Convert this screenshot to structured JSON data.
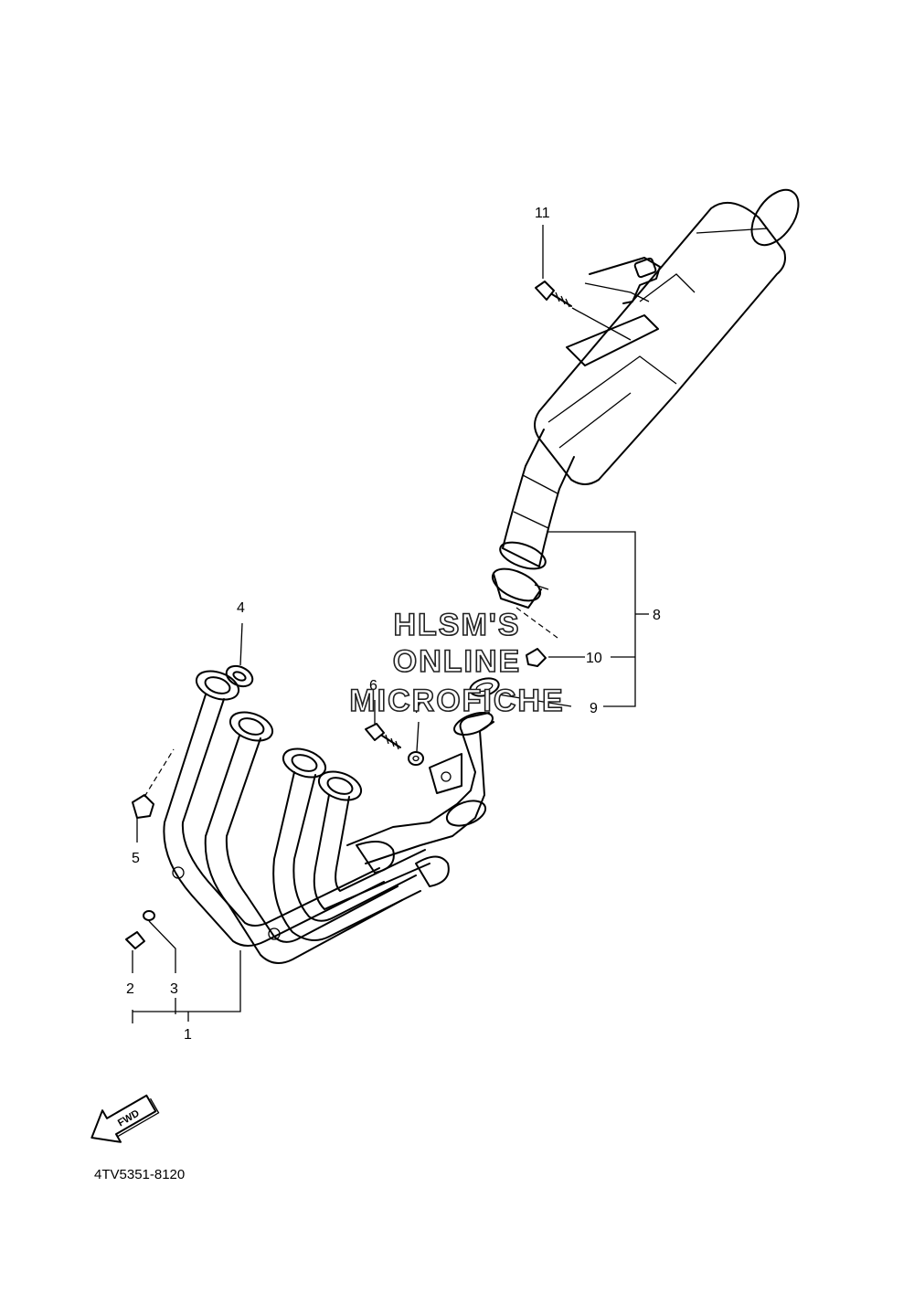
{
  "callouts": {
    "c1": "1",
    "c2": "2",
    "c3": "3",
    "c4": "4",
    "c5": "5",
    "c6": "6",
    "c7": "7",
    "c8": "8",
    "c9": "9",
    "c10": "10",
    "c11": "11"
  },
  "watermark": {
    "line1": "HLSM'S",
    "line2": "ONLINE",
    "line3": "MICROFICHE"
  },
  "fwd_label": "FWD",
  "diagram_code": "4TV5351-8120"
}
